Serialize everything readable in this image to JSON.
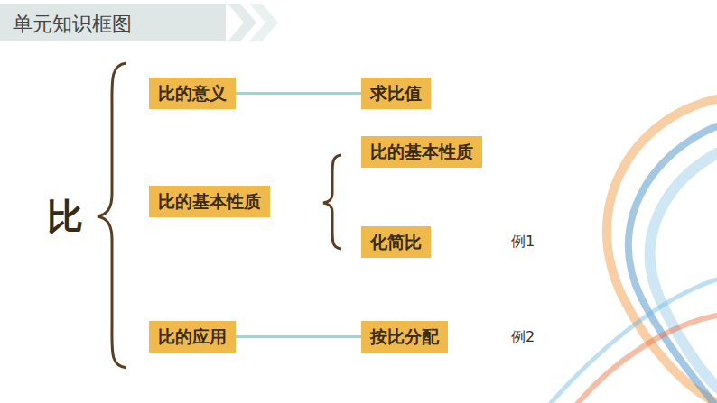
{
  "diagram": {
    "title": "单元知识框图",
    "nodes": [
      {
        "text": [
          "比的意义"
        ]
      },
      {
        "text": [
          "求比值"
        ]
      },
      {
        "text": [
          "比的基本性质"
        ]
      },
      {
        "text": [
          "比的基本性质"
        ]
      },
      {
        "text": [
          "化简比"
        ]
      },
      {
        "text": [
          "比的应用"
        ]
      },
      {
        "text": [
          "按比分配"
        ]
      }
    ],
    "edges": [
      {
        "from": 0,
        "to": 1,
        "arrow": "none"
      },
      {
        "from": 5,
        "to": 6,
        "arrow": "none"
      }
    ],
    "labels": [
      "比",
      "例1",
      "例2"
    ]
  }
}
